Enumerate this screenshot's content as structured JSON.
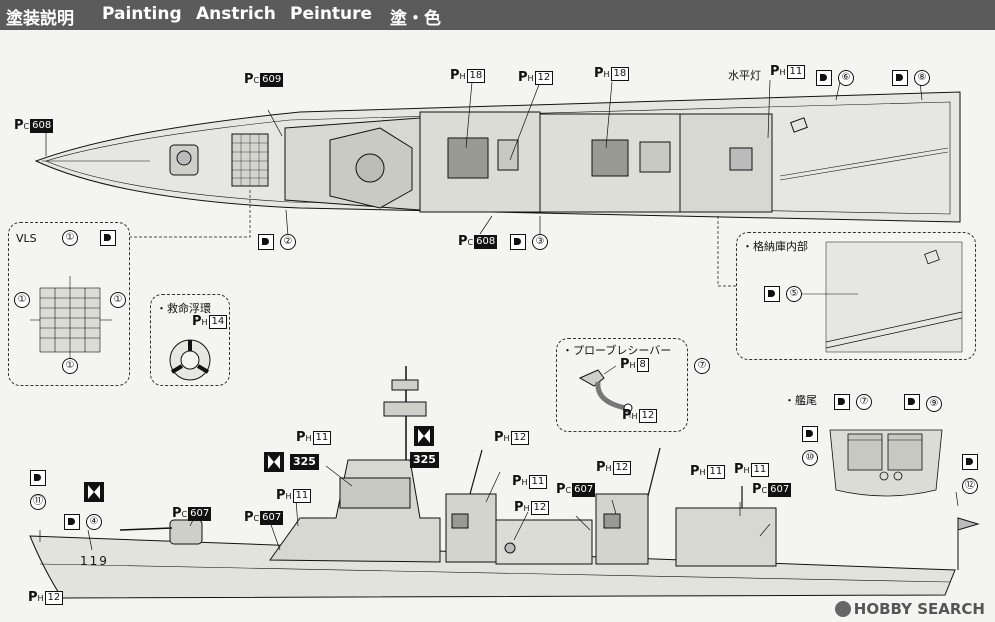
{
  "header": {
    "title_jp": "塗装説明",
    "title_en": "Painting",
    "title_de": "Anstrich",
    "title_fr": "Peinture",
    "title_jp2": "塗・色"
  },
  "labels": {
    "vls": "VLS",
    "lifebuoy": "・救命浮環",
    "hangar_interior": "・格納庫内部",
    "probe_receiver": "・プローブレシーバー",
    "stern": "・艦尾",
    "level_light": "水平灯"
  },
  "paints": {
    "pc": "C",
    "ph": "H",
    "prefix": "P",
    "c608": "608",
    "c609": "609",
    "c607": "607",
    "h18": "18",
    "h12": "12",
    "h11": "11",
    "h14": "14",
    "h8": "8",
    "marking_325": "325"
  },
  "numbers": [
    "①",
    "②",
    "③",
    "④",
    "⑤",
    "⑥",
    "⑦",
    "⑧",
    "⑨",
    "⑩",
    "⑪",
    "⑫"
  ],
  "hull_number": "119",
  "watermark": "HOBBY SEARCH",
  "colors": {
    "header_bg": "#5b5b5b",
    "line": "#111111",
    "hull_grey": "#d9d9d4"
  },
  "icons": [
    "decal-icon",
    "hourglass-icon",
    "lifebuoy-icon"
  ]
}
